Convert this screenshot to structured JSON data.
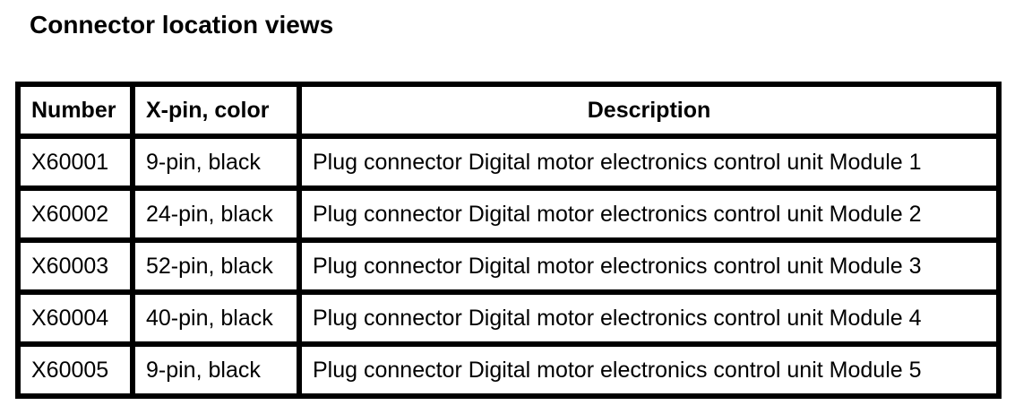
{
  "page": {
    "title": "Connector location views"
  },
  "table": {
    "headers": {
      "number": "Number",
      "pin_color": "X-pin, color",
      "description": "Description"
    },
    "rows": [
      [
        "X60001",
        "9-pin, black",
        "Plug connector Digital motor electronics control unit Module 1"
      ],
      [
        "X60002",
        "24-pin, black",
        "Plug connector Digital motor electronics control unit Module 2"
      ],
      [
        "X60003",
        "52-pin, black",
        "Plug connector Digital motor electronics control unit Module 3"
      ],
      [
        "X60004",
        "40-pin, black",
        "Plug connector Digital motor electronics control unit Module 4"
      ],
      [
        "X60005",
        "9-pin, black",
        "Plug connector Digital motor electronics control unit Module 5"
      ]
    ]
  },
  "colors": {
    "border": "#000000",
    "background": "#ffffff",
    "text": "#000000"
  }
}
